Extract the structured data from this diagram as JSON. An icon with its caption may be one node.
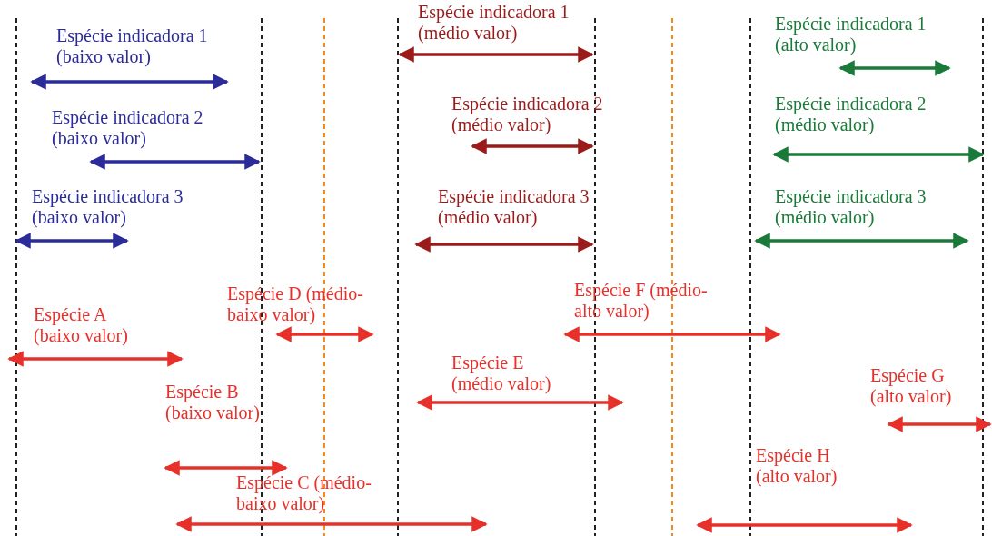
{
  "diagram": {
    "labels": [
      "Espécie indicadora 1 (baixo valor)",
      "Espécie indicadora 1 (médio valor)",
      "Espécie indicadora 1 (alto valor)",
      "Espécie indicadora 2 (médio valor)",
      "Espécie indicadora 2 (baixo valor)",
      "Espécie indicadora 2 (médio valor)",
      "Espécie indicadora 3 (baixo valor)",
      "Espécie indicadora 3 (médio valor)",
      "Espécie indicadora 3 (médio valor)",
      "Espécie F (médio-alto valor)",
      "Espécie D (médio-baixo valor)",
      "Espécie A (baixo valor)",
      "Espécie E (médio valor)",
      "Espécie G (alto valor)",
      "Espécie B (baixo valor)",
      "Espécie H (alto valor)",
      "Espécie C (médio-baixo valor)"
    ]
  }
}
